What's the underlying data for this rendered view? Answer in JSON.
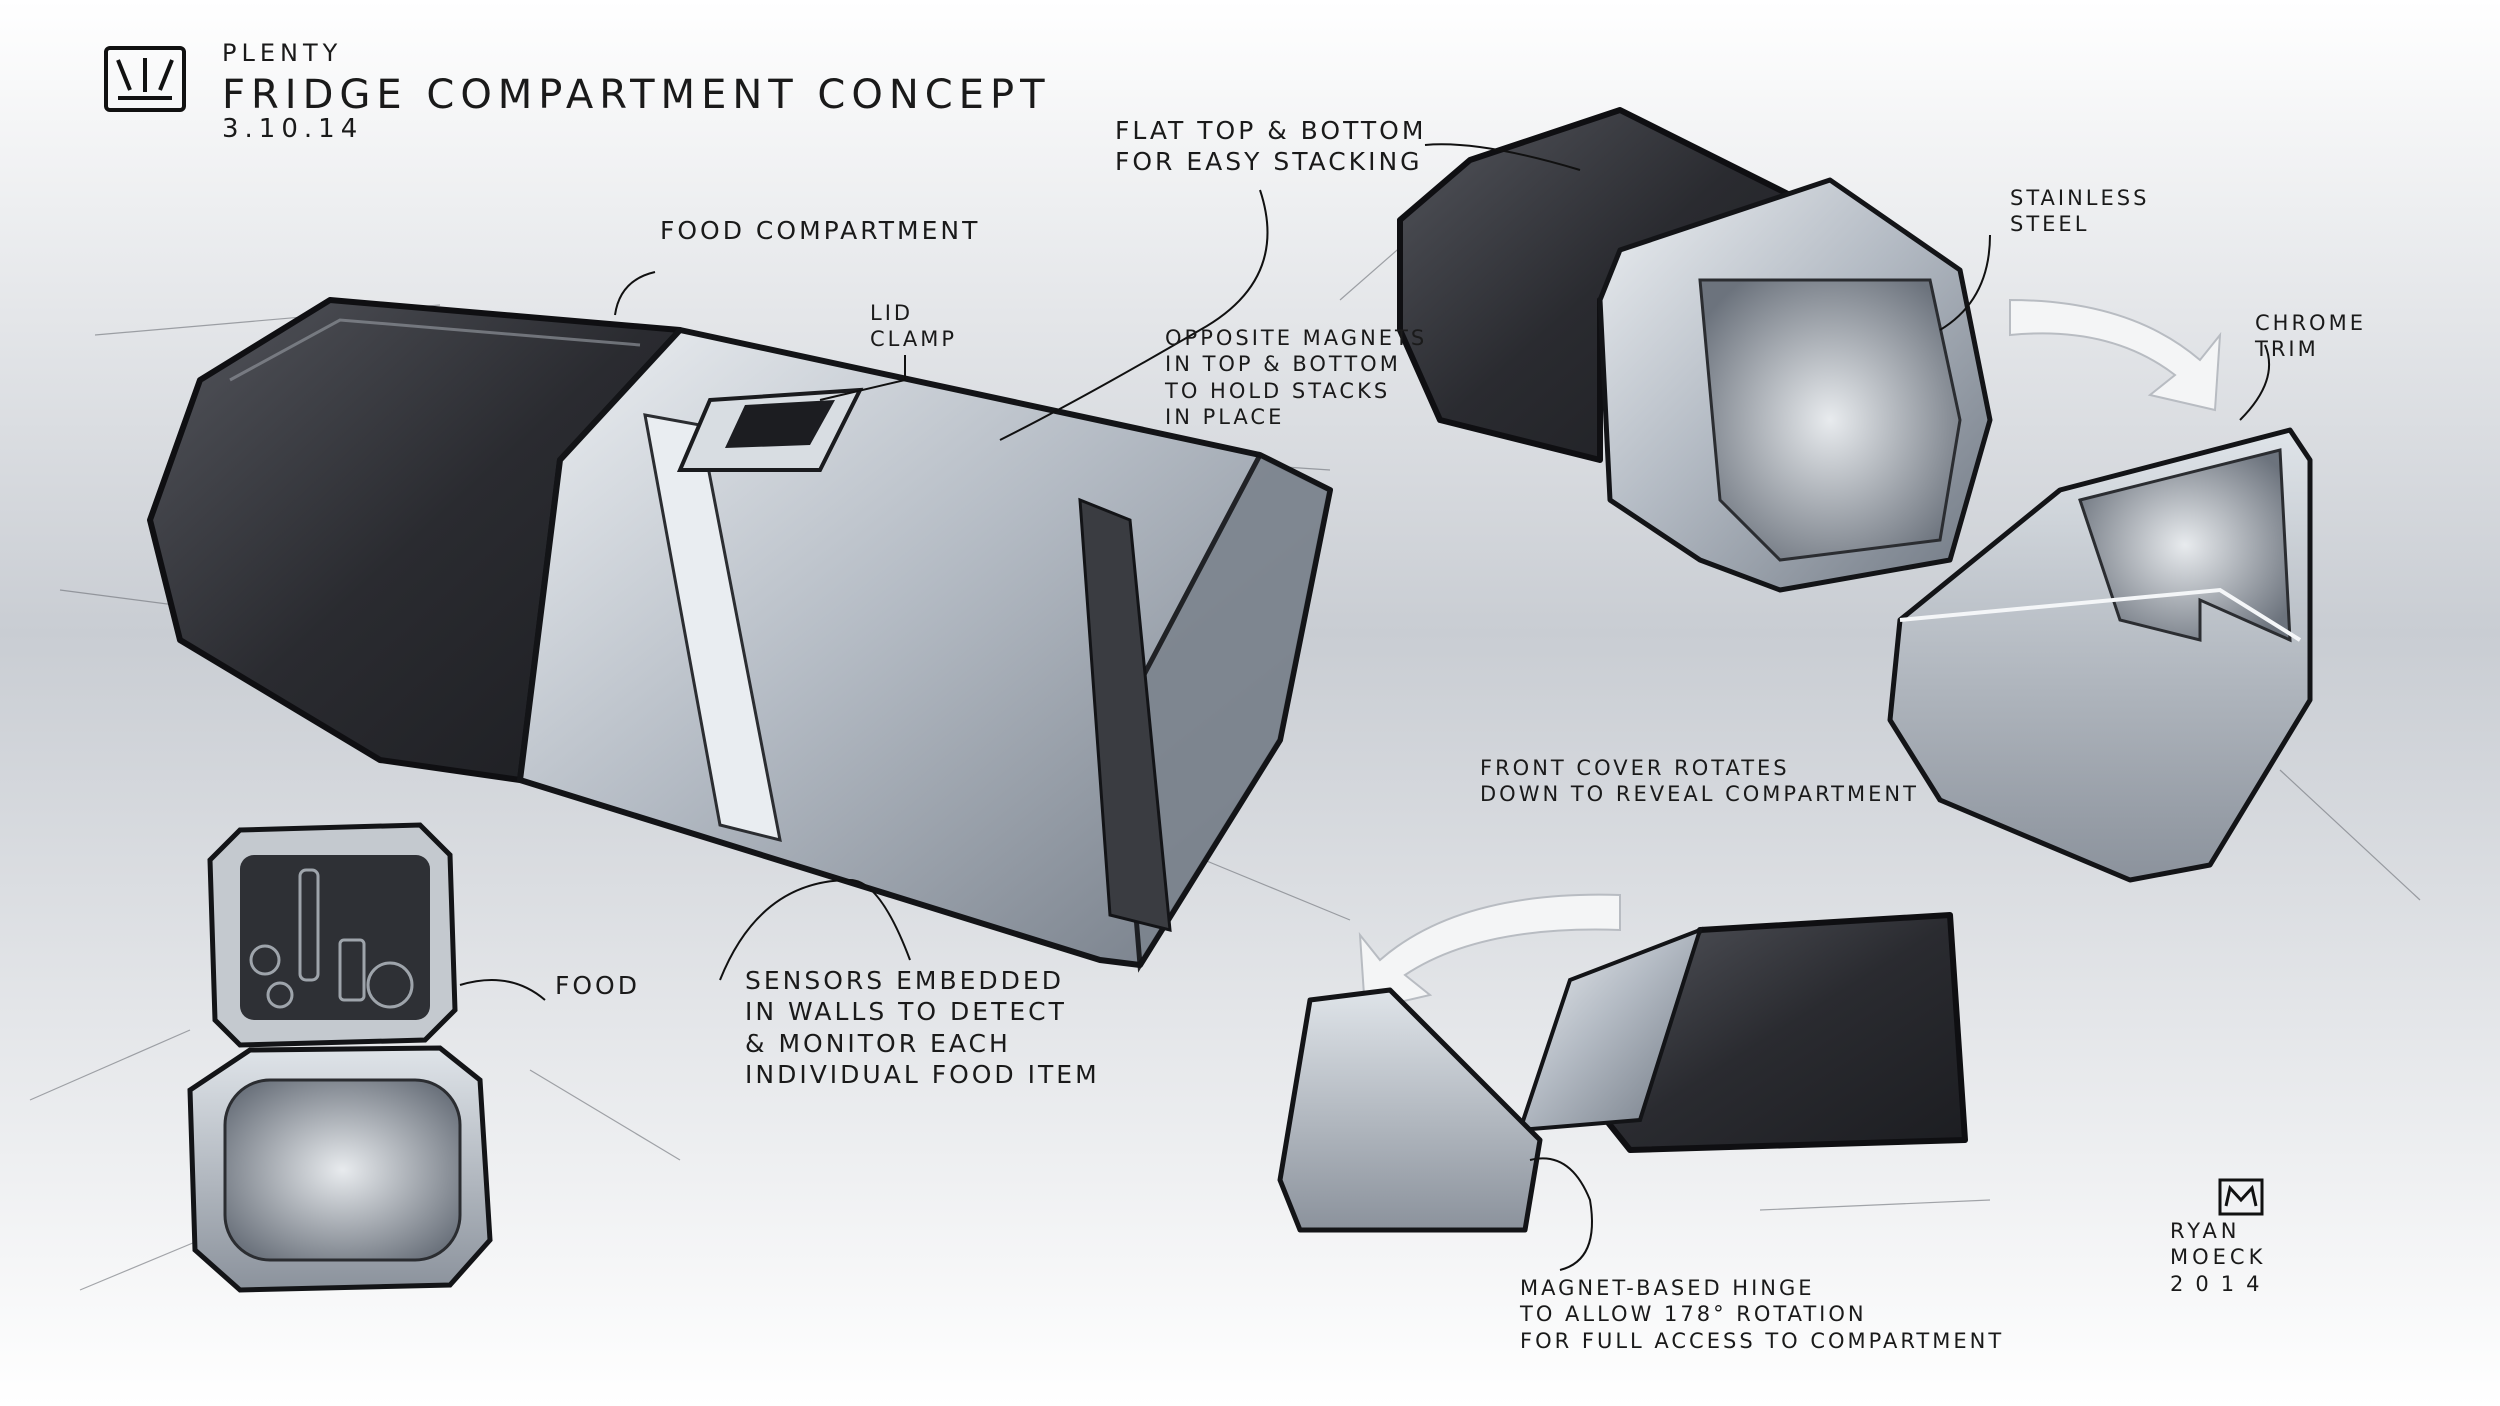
{
  "header": {
    "brand": "Plenty",
    "title": "Fridge Compartment Concept",
    "date": "3.10.14"
  },
  "callouts": {
    "food_compartment": "Food Compartment",
    "lid_clamp": [
      "Lid",
      "Clamp"
    ],
    "flat_top": [
      "Flat Top & Bottom",
      "For Easy Stacking"
    ],
    "magnets": [
      "Opposite Magnets",
      "In Top & Bottom",
      "To Hold Stacks",
      "In Place"
    ],
    "stainless": [
      "Stainless",
      "Steel"
    ],
    "chrome": [
      "Chrome",
      "Trim"
    ],
    "front_cover": [
      "Front Cover Rotates",
      "Down To Reveal Compartment"
    ],
    "food": "Food",
    "sensors": [
      "Sensors Embedded",
      "In Walls To Detect",
      "& Monitor Each",
      "Individual Food Item"
    ],
    "hinge": [
      "Magnet-Based Hinge",
      "To Allow 178° Rotation",
      "For Full Access To Compartment"
    ]
  },
  "signature": {
    "name": [
      "Ryan",
      "Moeck"
    ],
    "year": "2014"
  },
  "colors": {
    "dark_body": "#2b2c31",
    "steel": "#aeb5bf",
    "ink": "#1a1a1a",
    "background": "#dfe2e6"
  }
}
